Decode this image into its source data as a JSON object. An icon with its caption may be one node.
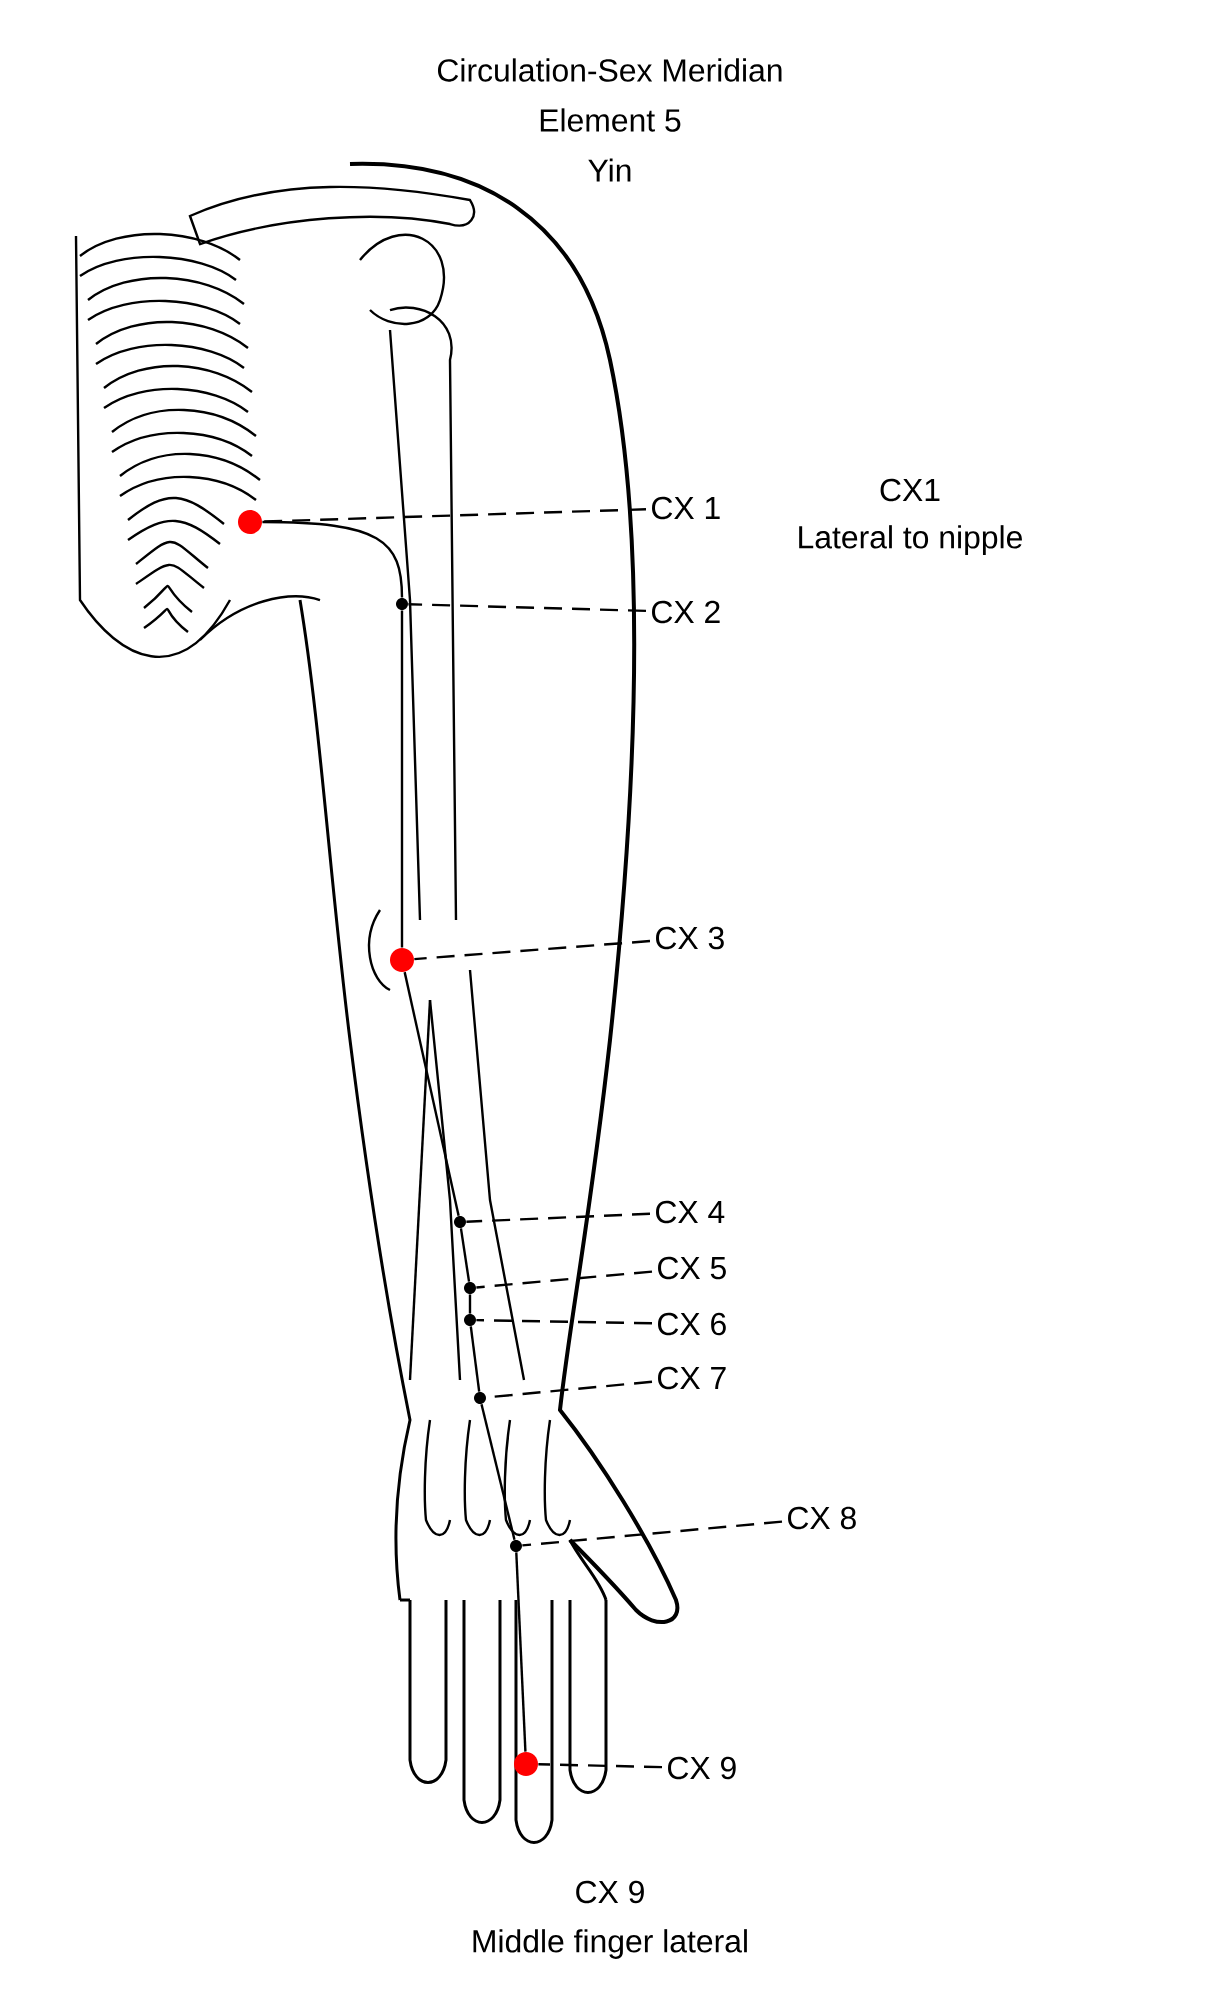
{
  "diagram": {
    "title": "Circulation-Sex Meridian",
    "nodes": [
      {
        "text": [
          "CX 1"
        ]
      },
      {
        "text": [
          "CX 2"
        ]
      },
      {
        "text": [
          "CX 3"
        ]
      },
      {
        "text": [
          "CX 4"
        ]
      },
      {
        "text": [
          "CX 5"
        ]
      },
      {
        "text": [
          "CX 6"
        ]
      },
      {
        "text": [
          "CX 7"
        ]
      },
      {
        "text": [
          "CX 8"
        ]
      },
      {
        "text": [
          "CX 9"
        ]
      },
      {
        "text": [],
        "shape": "circle"
      },
      {
        "text": [],
        "shape": "circle"
      },
      {
        "text": [],
        "shape": "circle"
      },
      {
        "text": [],
        "shape": "circle"
      },
      {
        "text": [],
        "shape": "circle"
      },
      {
        "text": [],
        "shape": "circle"
      },
      {
        "text": [],
        "shape": "circle"
      },
      {
        "text": [],
        "shape": "circle"
      },
      {
        "text": [],
        "shape": "circle"
      }
    ],
    "edges": [
      {
        "from": 0,
        "to": 9,
        "arrow": "none",
        "style": "dashed"
      },
      {
        "from": 1,
        "to": 10,
        "arrow": "none",
        "style": "dashed"
      },
      {
        "from": 2,
        "to": 11,
        "arrow": "none",
        "style": "dashed"
      },
      {
        "from": 3,
        "to": 12,
        "arrow": "none",
        "style": "dashed"
      },
      {
        "from": 4,
        "to": 13,
        "arrow": "none",
        "style": "dashed"
      },
      {
        "from": 5,
        "to": 14,
        "arrow": "none",
        "style": "dashed"
      },
      {
        "from": 6,
        "to": 15,
        "arrow": "none",
        "style": "dashed"
      },
      {
        "from": 7,
        "to": 16,
        "arrow": "none",
        "style": "dashed"
      },
      {
        "from": 8,
        "to": 17,
        "arrow": "none",
        "style": "dashed"
      },
      {
        "from": 9,
        "to": 10,
        "arrow": "none"
      },
      {
        "from": 10,
        "to": 11,
        "arrow": "none"
      },
      {
        "from": 11,
        "to": 12,
        "arrow": "none"
      },
      {
        "from": 12,
        "to": 13,
        "arrow": "none"
      },
      {
        "from": 13,
        "to": 14,
        "arrow": "none"
      },
      {
        "from": 14,
        "to": 15,
        "arrow": "none"
      },
      {
        "from": 15,
        "to": 16,
        "arrow": "none"
      },
      {
        "from": 16,
        "to": 17,
        "arrow": "none"
      }
    ],
    "labels": [
      "Element 5",
      "Yin",
      "CX1",
      "Lateral to nipple",
      "CX 9",
      "Middle finger lateral"
    ]
  }
}
